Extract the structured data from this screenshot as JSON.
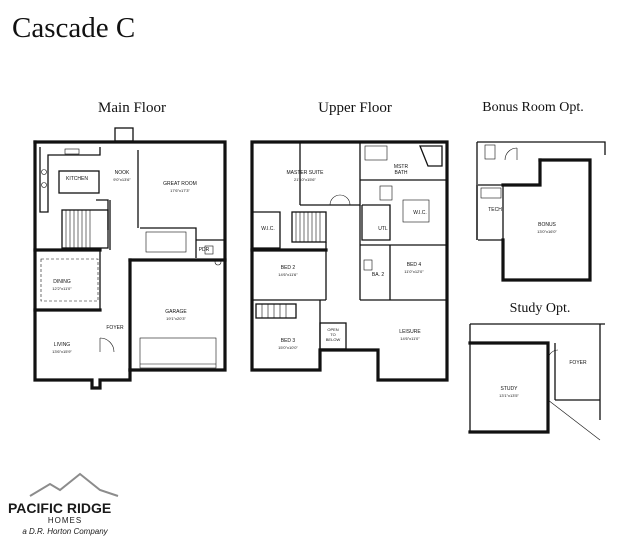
{
  "title": "Cascade C",
  "plans": {
    "main": {
      "label": "Main Floor",
      "rooms": {
        "kitchen": "KITCHEN",
        "nook": "NOOK",
        "nook_dim": "9'0\"x13'6\"",
        "great": "GREAT ROOM",
        "great_dim": "17'6\"x17'3\"",
        "dining": "DINING",
        "dining_dim": "12'2\"x11'0\"",
        "pdr": "PDR",
        "garage": "GARAGE",
        "garage_dim": "19'1\"x20'3\"",
        "foyer": "FOYER",
        "living": "LIVING",
        "living_dim": "13'6\"x15'9\""
      }
    },
    "upper": {
      "label": "Upper Floor",
      "rooms": {
        "master": "MASTER SUITE",
        "master_dim": "21'10\"x15'6\"",
        "mbath": "MSTR\nBATH",
        "wic": "W.I.C.",
        "utl": "UTL",
        "wic2": "W.I.C.",
        "bed2": "BED 2",
        "bed2_dim": "14'6\"x11'6\"",
        "ba2": "BA. 2",
        "bed4": "BED 4",
        "bed4_dim": "11'0\"x12'0\"",
        "bed3": "BED 3",
        "bed3_dim": "15'0\"x10'0\"",
        "open": "OPEN\nTO\nBELOW",
        "leisure": "LEISURE",
        "leisure_dim": "14'6\"x11'0\""
      }
    },
    "bonus": {
      "label": "Bonus Room Opt.",
      "rooms": {
        "tech": "TECH",
        "bonus": "BONUS",
        "bonus_dim": "13'0\"x16'0\""
      }
    },
    "study": {
      "label": "Study Opt.",
      "rooms": {
        "study": "STUDY",
        "study_dim": "13'1\"x13'5\"",
        "foyer": "FOYER"
      }
    }
  },
  "brand": {
    "line1": "PACIFIC RIDGE",
    "line2": "HOMES",
    "tagline": "a D.R. Horton Company"
  }
}
